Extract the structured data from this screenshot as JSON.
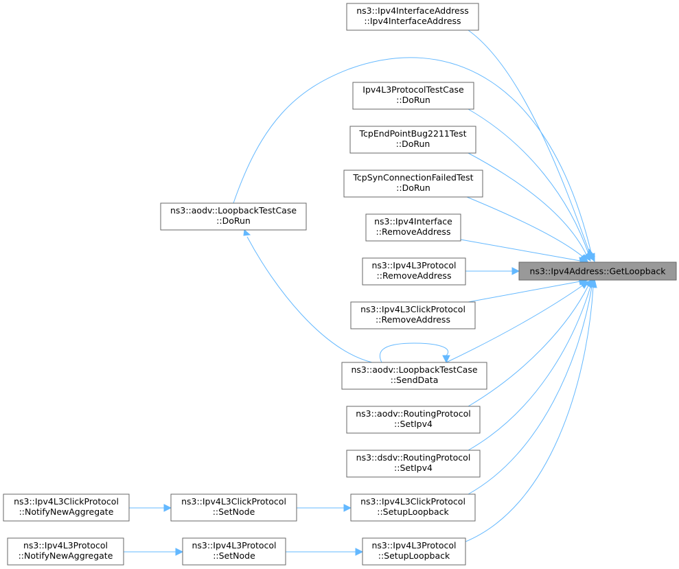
{
  "graph": {
    "target": "ns3::Ipv4Address::GetLoopback",
    "nodes": {
      "ipv4ia_ctor": [
        "ns3::Ipv4InterfaceAddress",
        "::Ipv4InterfaceAddress"
      ],
      "ipv4l3_testcase": [
        "Ipv4L3ProtocolTestCase",
        "::DoRun"
      ],
      "tcp_bug": [
        "TcpEndPointBug2211Test",
        "::DoRun"
      ],
      "tcp_syn": [
        "TcpSynConnectionFailedTest",
        "::DoRun"
      ],
      "ipv4if_remove": [
        "ns3::Ipv4Interface",
        "::RemoveAddress"
      ],
      "ipv4l3_remove": [
        "ns3::Ipv4L3Protocol",
        "::RemoveAddress"
      ],
      "click_remove": [
        "ns3::Ipv4L3ClickProtocol",
        "::RemoveAddress"
      ],
      "aodv_senddata": [
        "ns3::aodv::LoopbackTestCase",
        "::SendData"
      ],
      "aodv_setipv4": [
        "ns3::aodv::RoutingProtocol",
        "::SetIpv4"
      ],
      "dsdv_setipv4": [
        "ns3::dsdv::RoutingProtocol",
        "::SetIpv4"
      ],
      "click_setuploopback": [
        "ns3::Ipv4L3ClickProtocol",
        "::SetupLoopback"
      ],
      "ipv4l3_setuploopback": [
        "ns3::Ipv4L3Protocol",
        "::SetupLoopback"
      ],
      "aodv_dorun": [
        "ns3::aodv::LoopbackTestCase",
        "::DoRun"
      ],
      "click_setnode": [
        "ns3::Ipv4L3ClickProtocol",
        "::SetNode"
      ],
      "ipv4l3_setnode": [
        "ns3::Ipv4L3Protocol",
        "::SetNode"
      ],
      "click_notify": [
        "ns3::Ipv4L3ClickProtocol",
        "::NotifyNewAggregate"
      ],
      "ipv4l3_notify": [
        "ns3::Ipv4L3Protocol",
        "::NotifyNewAggregate"
      ]
    },
    "edges": [
      {
        "from": "ipv4ia_ctor",
        "to": "target"
      },
      {
        "from": "aodv_dorun",
        "to": "target"
      },
      {
        "from": "ipv4l3_testcase",
        "to": "target"
      },
      {
        "from": "tcp_bug",
        "to": "target"
      },
      {
        "from": "tcp_syn",
        "to": "target"
      },
      {
        "from": "ipv4if_remove",
        "to": "target"
      },
      {
        "from": "ipv4l3_remove",
        "to": "target"
      },
      {
        "from": "click_remove",
        "to": "target"
      },
      {
        "from": "aodv_senddata",
        "to": "target"
      },
      {
        "from": "aodv_setipv4",
        "to": "target"
      },
      {
        "from": "dsdv_setipv4",
        "to": "target"
      },
      {
        "from": "click_setuploopback",
        "to": "target"
      },
      {
        "from": "ipv4l3_setuploopback",
        "to": "target"
      },
      {
        "from": "aodv_senddata",
        "to": "aodv_dorun"
      },
      {
        "from": "aodv_senddata",
        "to": "aodv_senddata"
      },
      {
        "from": "click_setnode",
        "to": "click_setuploopback"
      },
      {
        "from": "click_notify",
        "to": "click_setnode"
      },
      {
        "from": "ipv4l3_setnode",
        "to": "ipv4l3_setuploopback"
      },
      {
        "from": "ipv4l3_notify",
        "to": "ipv4l3_setnode"
      }
    ]
  }
}
